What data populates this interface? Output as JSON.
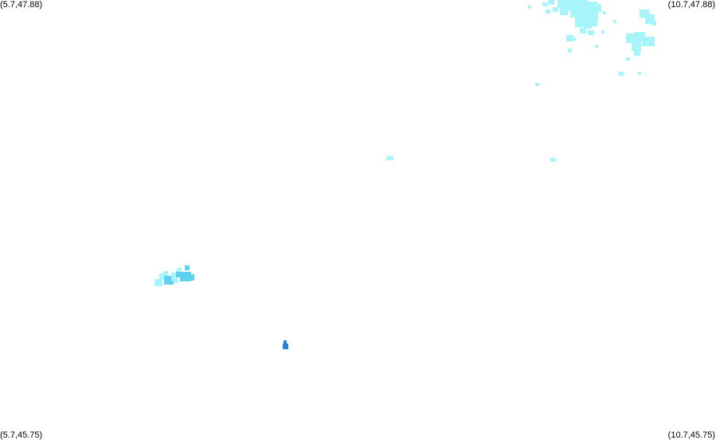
{
  "corners": {
    "top_left": "(5.7,47.88)",
    "top_right": "(10.7,47.88)",
    "bottom_left": "(5.7,45.75)",
    "bottom_right": "(10.7,45.75)"
  },
  "colors": {
    "background": "#ffffff",
    "light_cyan": "#a8f4fb",
    "medium_cyan": "#5fd0f2",
    "blue": "#2a7fd6"
  }
}
